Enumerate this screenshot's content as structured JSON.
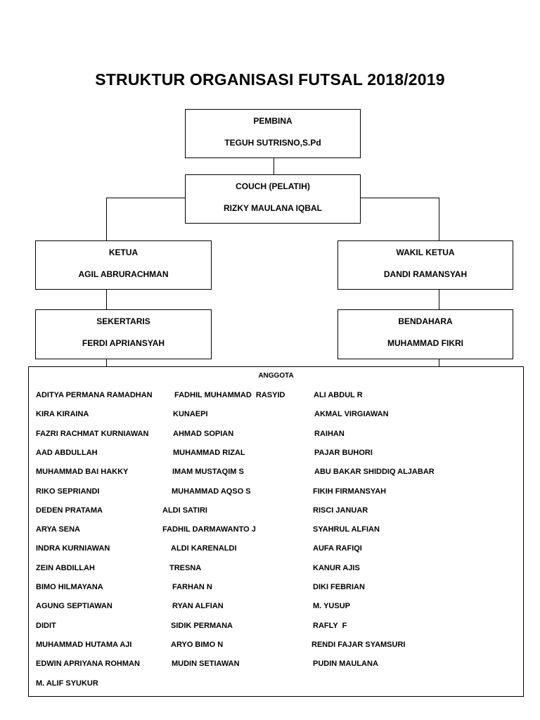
{
  "title": "STRUKTUR ORGANISASI FUTSAL 2018/2019",
  "pembina": {
    "role": "PEMBINA",
    "name": "TEGUH SUTRISNO,S.Pd"
  },
  "coach": {
    "role": "COUCH (PELATIH)",
    "name": "RIZKY MAULANA IQBAL"
  },
  "ketua": {
    "role": "KETUA",
    "name": "AGIL ABRURACHMAN"
  },
  "wakil_ketua": {
    "role": "WAKIL KETUA",
    "name": "DANDI RAMANSYAH"
  },
  "sekertaris": {
    "role": "SEKERTARIS",
    "name": "FERDI APRIANSYAH"
  },
  "bendahara": {
    "role": "BENDAHARA",
    "name": "MUHAMMAD FIKRI"
  },
  "anggota": {
    "title": "ANGGOTA",
    "column1": [
      "ADITYA PERMANA RAMADHAN",
      "KIRA KIRAINA",
      "FAZRI RACHMAT KURNIAWAN",
      "AAD ABDULLAH",
      "MUHAMMAD BAI HAKKY",
      "RIKO SEPRIANDI",
      "DEDEN PRATAMA",
      "ARYA SENA",
      "INDRA KURNIAWAN",
      "ZEIN ABDILLAH",
      "BIMO HILMAYANA",
      "AGUNG SEPTIAWAN",
      "DIDIT",
      "MUHAMMAD HUTAMA AJI",
      "EDWIN APRIYANA ROHMAN",
      "M. ALIF SYUKUR"
    ],
    "column2": [
      "FADHIL MUHAMMAD  RASYID",
      "KUNAEPI",
      "AHMAD SOPIAN",
      "MUHAMMAD RIZAL",
      "IMAM MUSTAQIM S",
      "MUHAMMAD AQSO S",
      "ALDI SATIRI",
      "FADHIL DARMAWANTO J",
      "ALDI KARENALDI",
      "TRESNA",
      "FARHAN N",
      "RYAN ALFIAN",
      "SIDIK PERMANA",
      "ARYO BIMO N",
      "MUDIN SETIAWAN"
    ],
    "column3": [
      "ALI ABDUL R",
      "AKMAL VIRGIAWAN",
      "RAIHAN",
      "PAJAR BUHORI",
      "ABU BAKAR SHIDDIQ ALJABAR",
      "FIKIH FIRMANSYAH",
      "RISCI JANUAR",
      "SYAHRUL ALFIAN",
      "AUFA RAFIQI",
      "KANUR AJIS",
      "DIKI FEBRIAN",
      "M. YUSUP",
      "RAFLY  F",
      "RENDI FAJAR SYAMSURI",
      "PUDIN MAULANA"
    ]
  }
}
